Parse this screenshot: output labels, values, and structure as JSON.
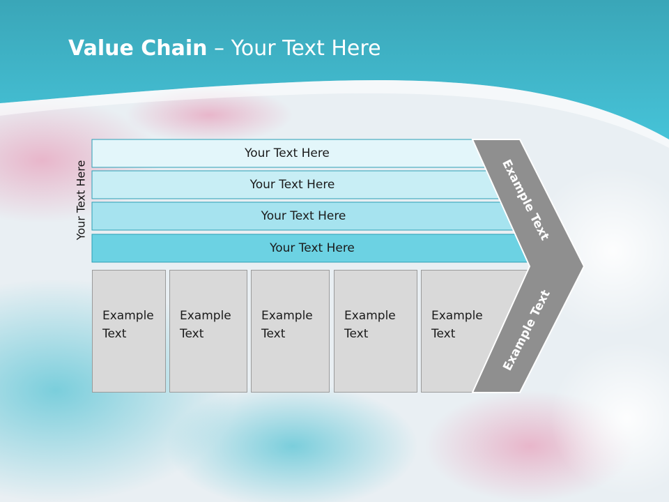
{
  "title": {
    "bold": "Value Chain",
    "rest": " – Your Text Here"
  },
  "side_label": "Your Text Here",
  "bands": [
    {
      "label": "Your Text Here",
      "color": "#e3f6fa"
    },
    {
      "label": "Your Text Here",
      "color": "#c8eef5"
    },
    {
      "label": "Your Text Here",
      "color": "#a6e3ef"
    },
    {
      "label": "Your Text Here",
      "color": "#6cd2e3"
    }
  ],
  "boxes": [
    {
      "line1": "Example",
      "line2": "Text"
    },
    {
      "line1": "Example",
      "line2": "Text"
    },
    {
      "line1": "Example",
      "line2": "Text"
    },
    {
      "line1": "Example",
      "line2": "Text"
    },
    {
      "line1": "Example",
      "line2": "Text"
    }
  ],
  "chevron": {
    "upper": "Example Text",
    "lower": "Example Text",
    "color": "#8f8f8f"
  },
  "colors": {
    "header": "#3bbdd3",
    "band_border": "#2a9fb5"
  }
}
